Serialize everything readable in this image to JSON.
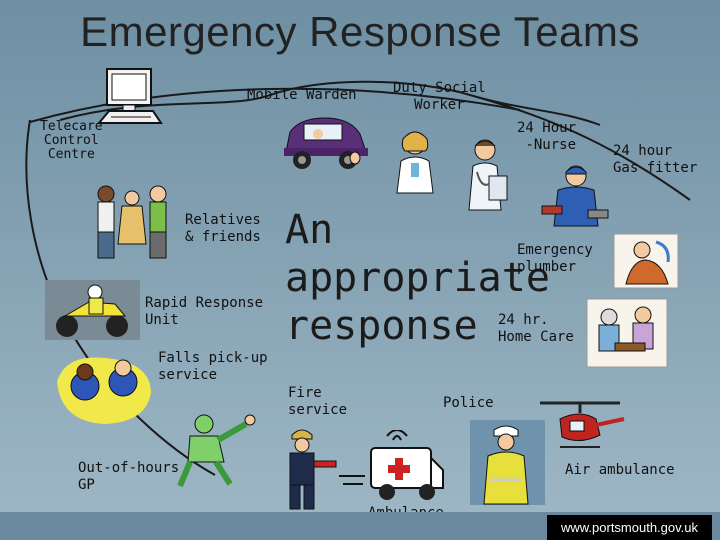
{
  "title": "Emergency Response Teams",
  "center": "An\nappropriate\nresponse",
  "labels": {
    "telecare": "Telecare\nControl\nCentre",
    "mobile_warden": "Mobile Warden",
    "duty_social_worker": "Duty Social\nWorker",
    "nurse": "24 Hour\n-Nurse",
    "gas_fitter": "24 hour\nGas fitter",
    "relatives": "Relatives\n& friends",
    "plumber": "Emergency\nplumber",
    "rapid_response": "Rapid Response\nUnit",
    "home_care": "24 hr.\nHome Care",
    "falls": "Falls pick-up\nservice",
    "fire": "Fire\nservice",
    "police": "Police",
    "air_ambulance": "Air ambulance",
    "gp": "Out-of-hours\nGP",
    "ambulance": "Ambulance"
  },
  "footer": {
    "url": "www.portsmouth.gov.uk"
  },
  "icons": [
    "computer-icon",
    "car-icon",
    "social-worker-icon",
    "nurse-icon",
    "gas-fitter-icon",
    "relatives-icon",
    "plumber-icon",
    "motorcycle-icon",
    "home-care-icon",
    "falls-runner-icon",
    "firefighter-icon",
    "police-officer-icon",
    "helicopter-icon",
    "doctor-running-icon",
    "ambulance-icon"
  ]
}
